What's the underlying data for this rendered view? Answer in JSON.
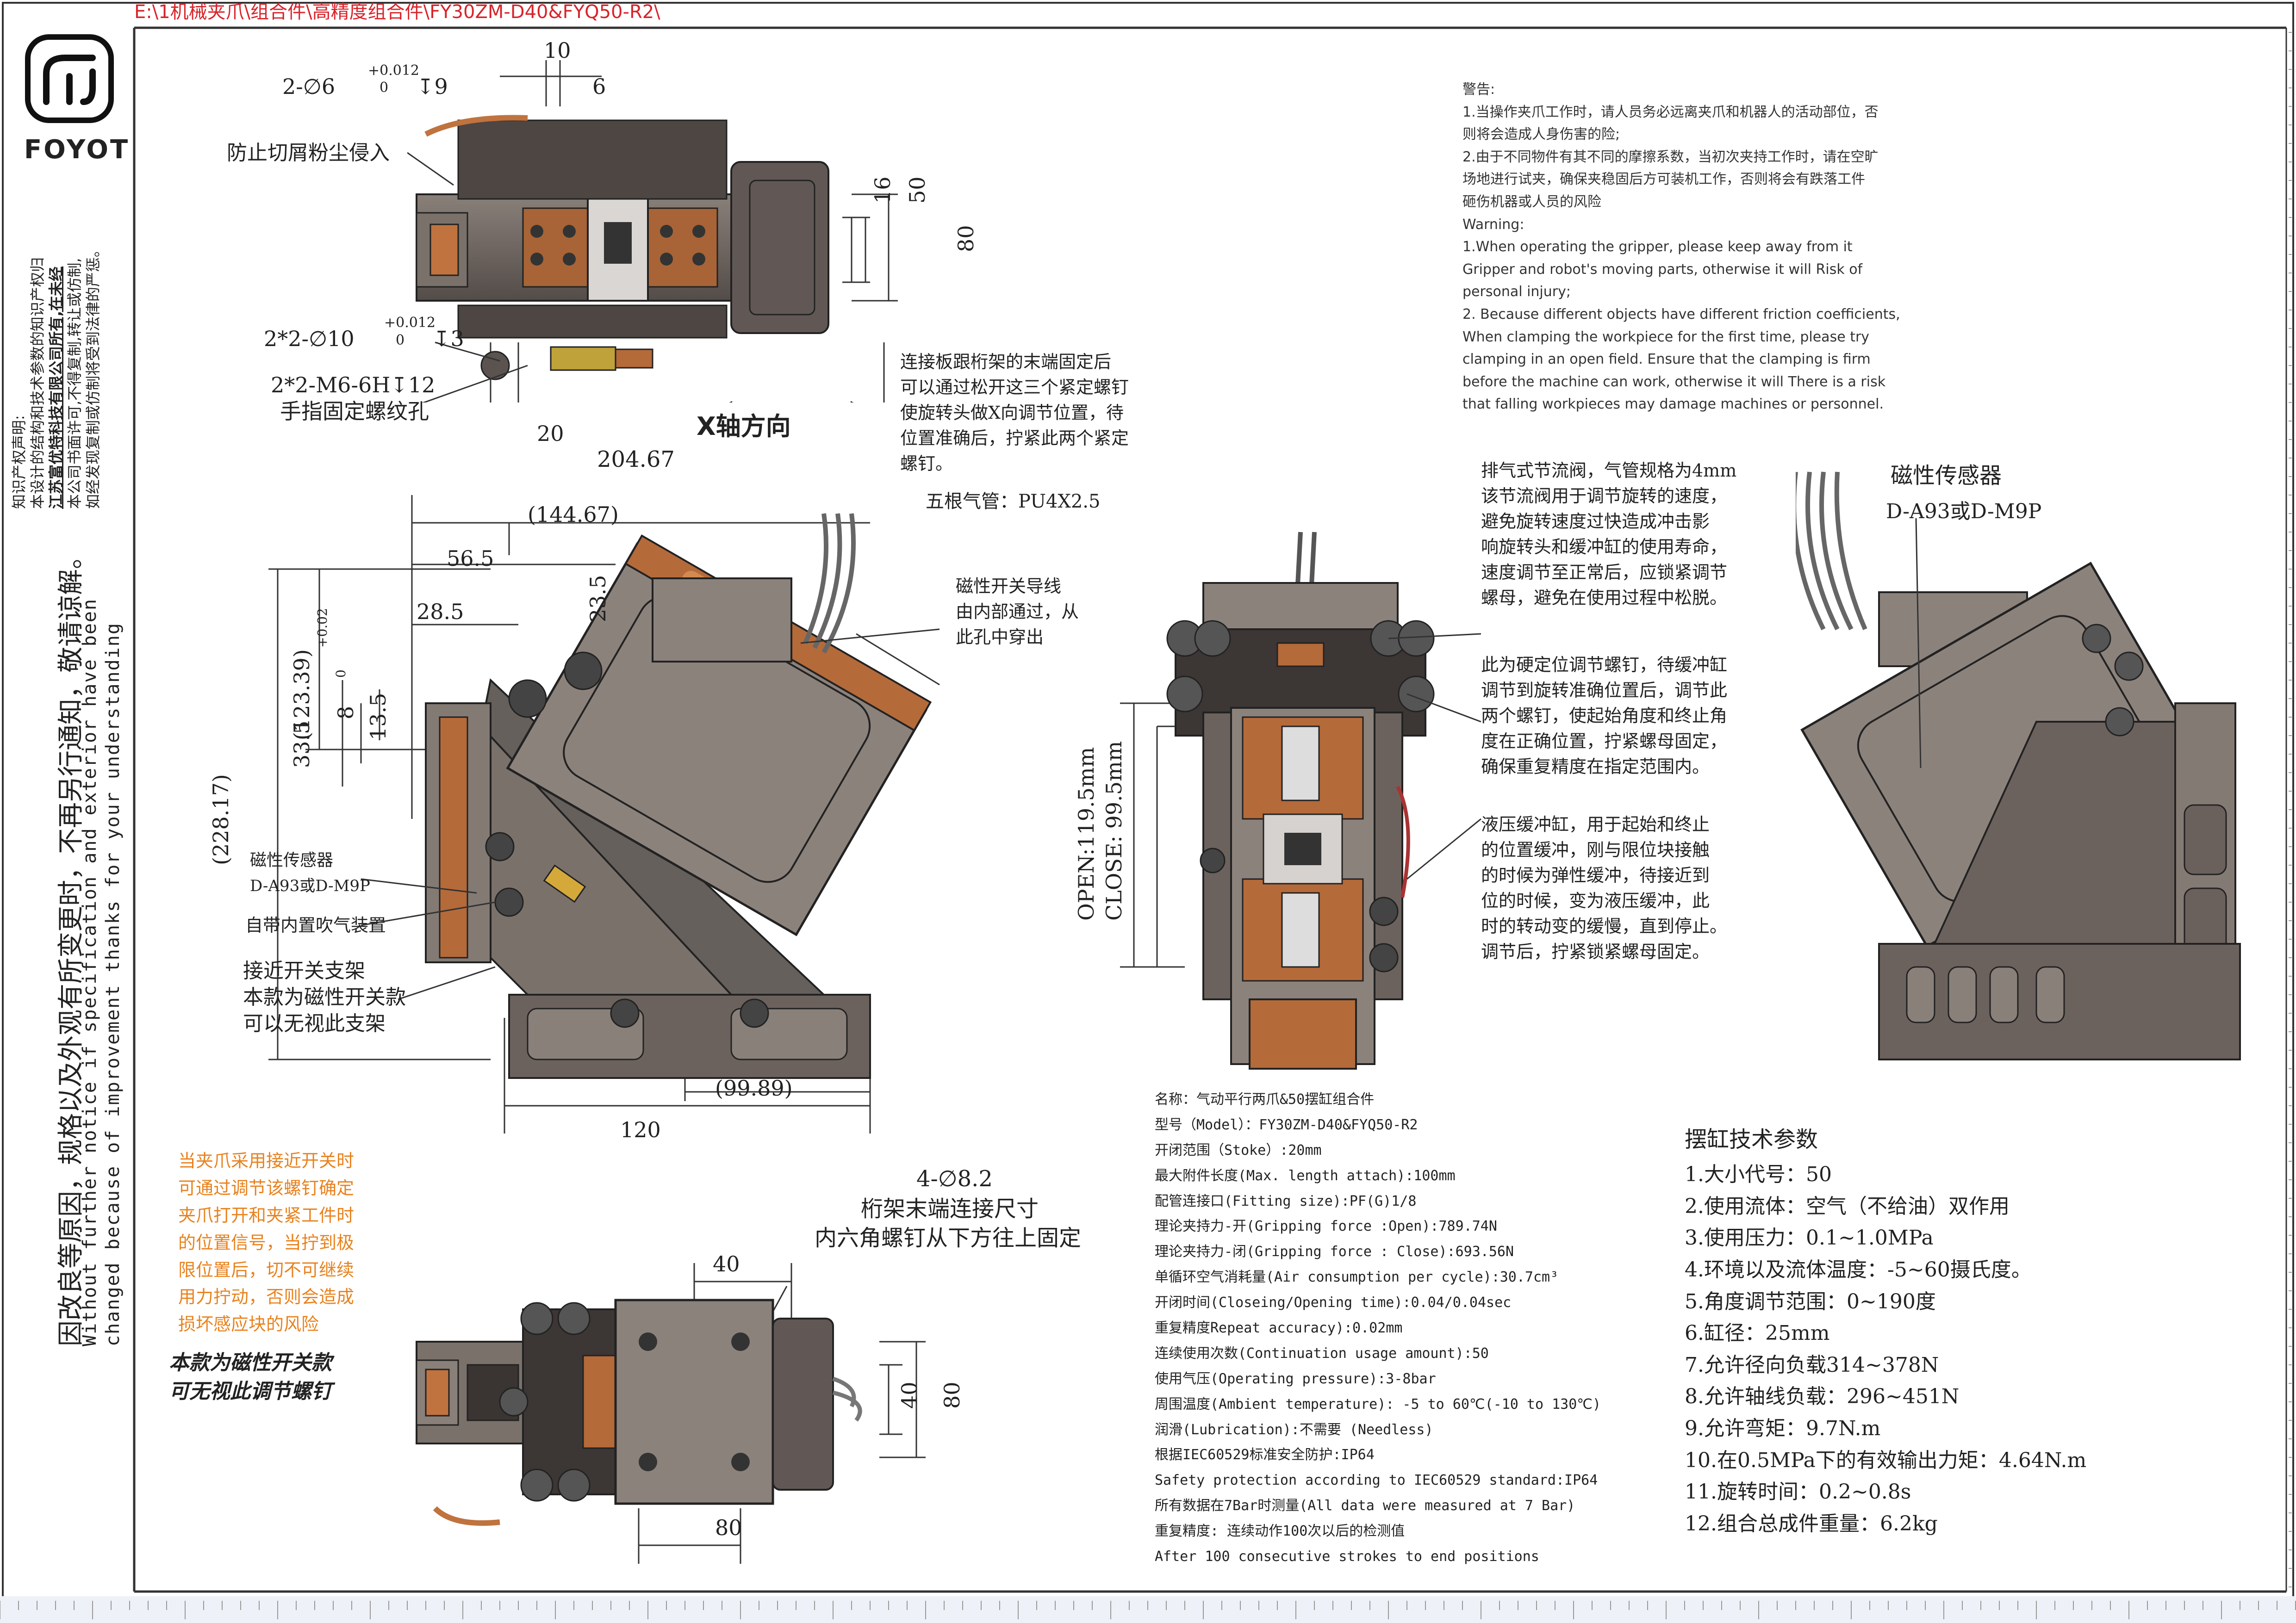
{
  "header_path": "E:\\1机械夹爪\\组合件\\高精度组合件\\FY30ZM-D40&FYQ50-R2\\",
  "brand": "FOYOT",
  "colors": {
    "accent_red": "#d8232a",
    "warning_orange": "#e8821e",
    "metal": "#6e6560",
    "copper": "#b5673a"
  },
  "side_notice": {
    "zh": "因改良等原因，规格以及外观有所变更时，不再另行通知，敬请谅解。",
    "en1": "Without further notice if specification and exterior have been",
    "en2": "changed because of improvement thanks for your understanding"
  },
  "ip_notice": {
    "l1": "知识产权声明:",
    "l2": "本设计的结构和技术参数的知识产权归",
    "l3": "江苏富优特科技有限公司所有,在未经",
    "l4": "本公司书面许可,不得复制,转让或仿制,",
    "l5": "如经发现复制或仿制将受到法律的严惩。"
  },
  "top_view": {
    "d1": "10",
    "d2": "6",
    "d3": "16",
    "d4": "50",
    "d5": "80",
    "d6": "20",
    "hole1": "2-∅6",
    "hole1_tol": "+0.012",
    "hole1_tol0": "0",
    "hole1_depth": "↧9",
    "hole2": "2*2-∅10",
    "hole2_tol": "+0.012",
    "hole2_tol0": "0",
    "hole2_depth": "↧3",
    "thread": "2*2-M6-6H↧12",
    "thread_note": "手指固定螺纹孔",
    "dust_note": "防止切屑粉尘侵入",
    "len": "204.67"
  },
  "x_axis_label": "X轴方向",
  "adjust_note": [
    "连接板跟桁架的末端固定后",
    "可以通过松开这三个紧定螺钉",
    "使旋转头做X向调节位置，待",
    "位置准确后，拧紧此两个紧定",
    "螺钉。"
  ],
  "front_view": {
    "d_144": "(144.67)",
    "d_56": "56.5",
    "d_28": "28.5",
    "d_23": "23.5",
    "d_123": "(123.39)",
    "d_228": "(228.17)",
    "d_33": "33.5",
    "d_8": "8",
    "d_13": "13.5",
    "tol_p": "+0.02",
    "tol_0": "0",
    "d_99": "(99.89)",
    "d_120": "120",
    "air_pipe": "五根气管：PU4X2.5",
    "wire_note": [
      "磁性开关导线",
      "由内部通过，从",
      "此孔中穿出"
    ],
    "sensor_l1": "磁性传感器",
    "sensor_l2": "D-A93或D-M9P",
    "blow": "自带内置吹气装置",
    "bracket": [
      "接近开关支架",
      "本款为磁性开关款",
      "可以无视此支架"
    ]
  },
  "middle_view": {
    "open": "OPEN:119.5mm",
    "close": "CLOSE: 99.5mm",
    "exhaust_note": [
      "排气式节流阀，气管规格为4mm",
      "该节流阀用于调节旋转的速度，",
      "避免旋转速度过快造成冲击影",
      "响旋转头和缓冲缸的使用寿命，",
      "速度调节至正常后，应锁紧调节",
      "螺母，避免在使用过程中松脱。"
    ],
    "hardstop_note": [
      "此为硬定位调节螺钉，待缓冲缸",
      "调节到旋转准确位置后，调节此",
      "两个螺钉，使起始角度和终止角",
      "度在正确位置，拧紧螺母固定，",
      "确保重复精度在指定范围内。"
    ],
    "buffer_note": [
      "液压缓冲缸，用于起始和终止",
      "的位置缓冲，刚与限位块接触",
      "的时候为弹性缓冲，待接近到",
      "位的时候，变为液压缓冲，此",
      "时的转动变的缓慢，直到停止。",
      "调节后，拧紧锁紧螺母固定。"
    ]
  },
  "right_view": {
    "sensor_l1": "磁性传感器",
    "sensor_l2": "D-A93或D-M9P"
  },
  "warning": {
    "lines": [
      "警告:",
      "1.当操作夹爪工作时，请人员务必远离夹爪和机器人的活动部位，否",
      "则将会造成人身伤害的险;",
      "2.由于不同物件有其不同的摩擦系数，当初次夹持工作时，请在空旷",
      "场地进行试夹，确保夹稳固后方可装机工作，否则将会有跌落工件",
      "砸伤机器或人员的风险",
      "Warning:",
      "1.When operating the gripper, please keep away from it",
      "Gripper and robot's moving parts, otherwise it will Risk of",
      "personal injury;",
      "2. Because different objects have different friction coefficients,",
      "When clamping the workpiece for the first time, please try",
      "clamping in an open field. Ensure that the clamping is firm",
      "before the machine can work, otherwise it will There is a risk",
      "that falling workpieces may damage machines or personnel."
    ]
  },
  "orange_note": [
    "当夹爪采用接近开关时",
    "可通过调节该螺钉确定",
    "夹爪打开和夹紧工件时",
    "的位置信号，当拧到极",
    "限位置后，切不可继续",
    "用力拧动，否则会造成",
    "损坏感应块的风险"
  ],
  "magnetic_note": [
    "本款为磁性开关款",
    "可无视此调节螺钉"
  ],
  "bottom_view": {
    "holes": "4-∅8.2",
    "holes_note1": "桁架末端连接尺寸",
    "holes_note2": "内六角螺钉从下方往上固定",
    "d_40t": "40",
    "d_40r": "40",
    "d_80r": "80",
    "d_80b": "80"
  },
  "specs": [
    "名称：气动平行两爪&50摆缸组合件",
    "型号（Model）：FY30ZM-D40&FYQ50-R2",
    "开闭范围（Stoke）:20mm",
    "最大附件长度(Max. length attach):100mm",
    "配管连接口(Fitting size):PF(G)1/8",
    "理论夹持力-开(Gripping force :Open):789.74N",
    "理论夹持力-闭(Gripping force : Close):693.56N",
    "单循环空气消耗量(Air consumption per cycle):30.7cm³",
    "开闭时间(Closeing/Opening time):0.04/0.04sec",
    "重复精度Repeat accuracy):0.02mm",
    "连续使用次数(Continuation usage amount):50",
    "使用气压(Operating pressure):3-8bar",
    "周围温度(Ambient temperature): -5 to 60℃(-10 to 130℃)",
    "润滑(Lubrication):不需要 (Needless)",
    "根据IEC60529标准安全防护:IP64",
    "Safety protection according to IEC60529 standard:IP64",
    "所有数据在7Bar时测量(All data were measured at 7 Bar)",
    "重复精度: 连续动作100次以后的检测值",
    "After 100 consecutive strokes to end positions"
  ],
  "tech": {
    "title": "摆缸技术参数",
    "items": [
      "1.大小代号：50",
      "2.使用流体：空气（不给油）双作用",
      "3.使用压力：0.1~1.0MPa",
      "4.环境以及流体温度：-5~60摄氏度。",
      "5.角度调节范围：0~190度",
      "6.缸径：25mm",
      "7.允许径向负载314~378N",
      "8.允许轴线负载：296~451N",
      "9.允许弯矩：9.7N.m",
      "10.在0.5MPa下的有效输出力矩：4.64N.m",
      "11.旋转时间：0.2~0.8s",
      "12.组合总成件重量：6.2kg"
    ]
  }
}
